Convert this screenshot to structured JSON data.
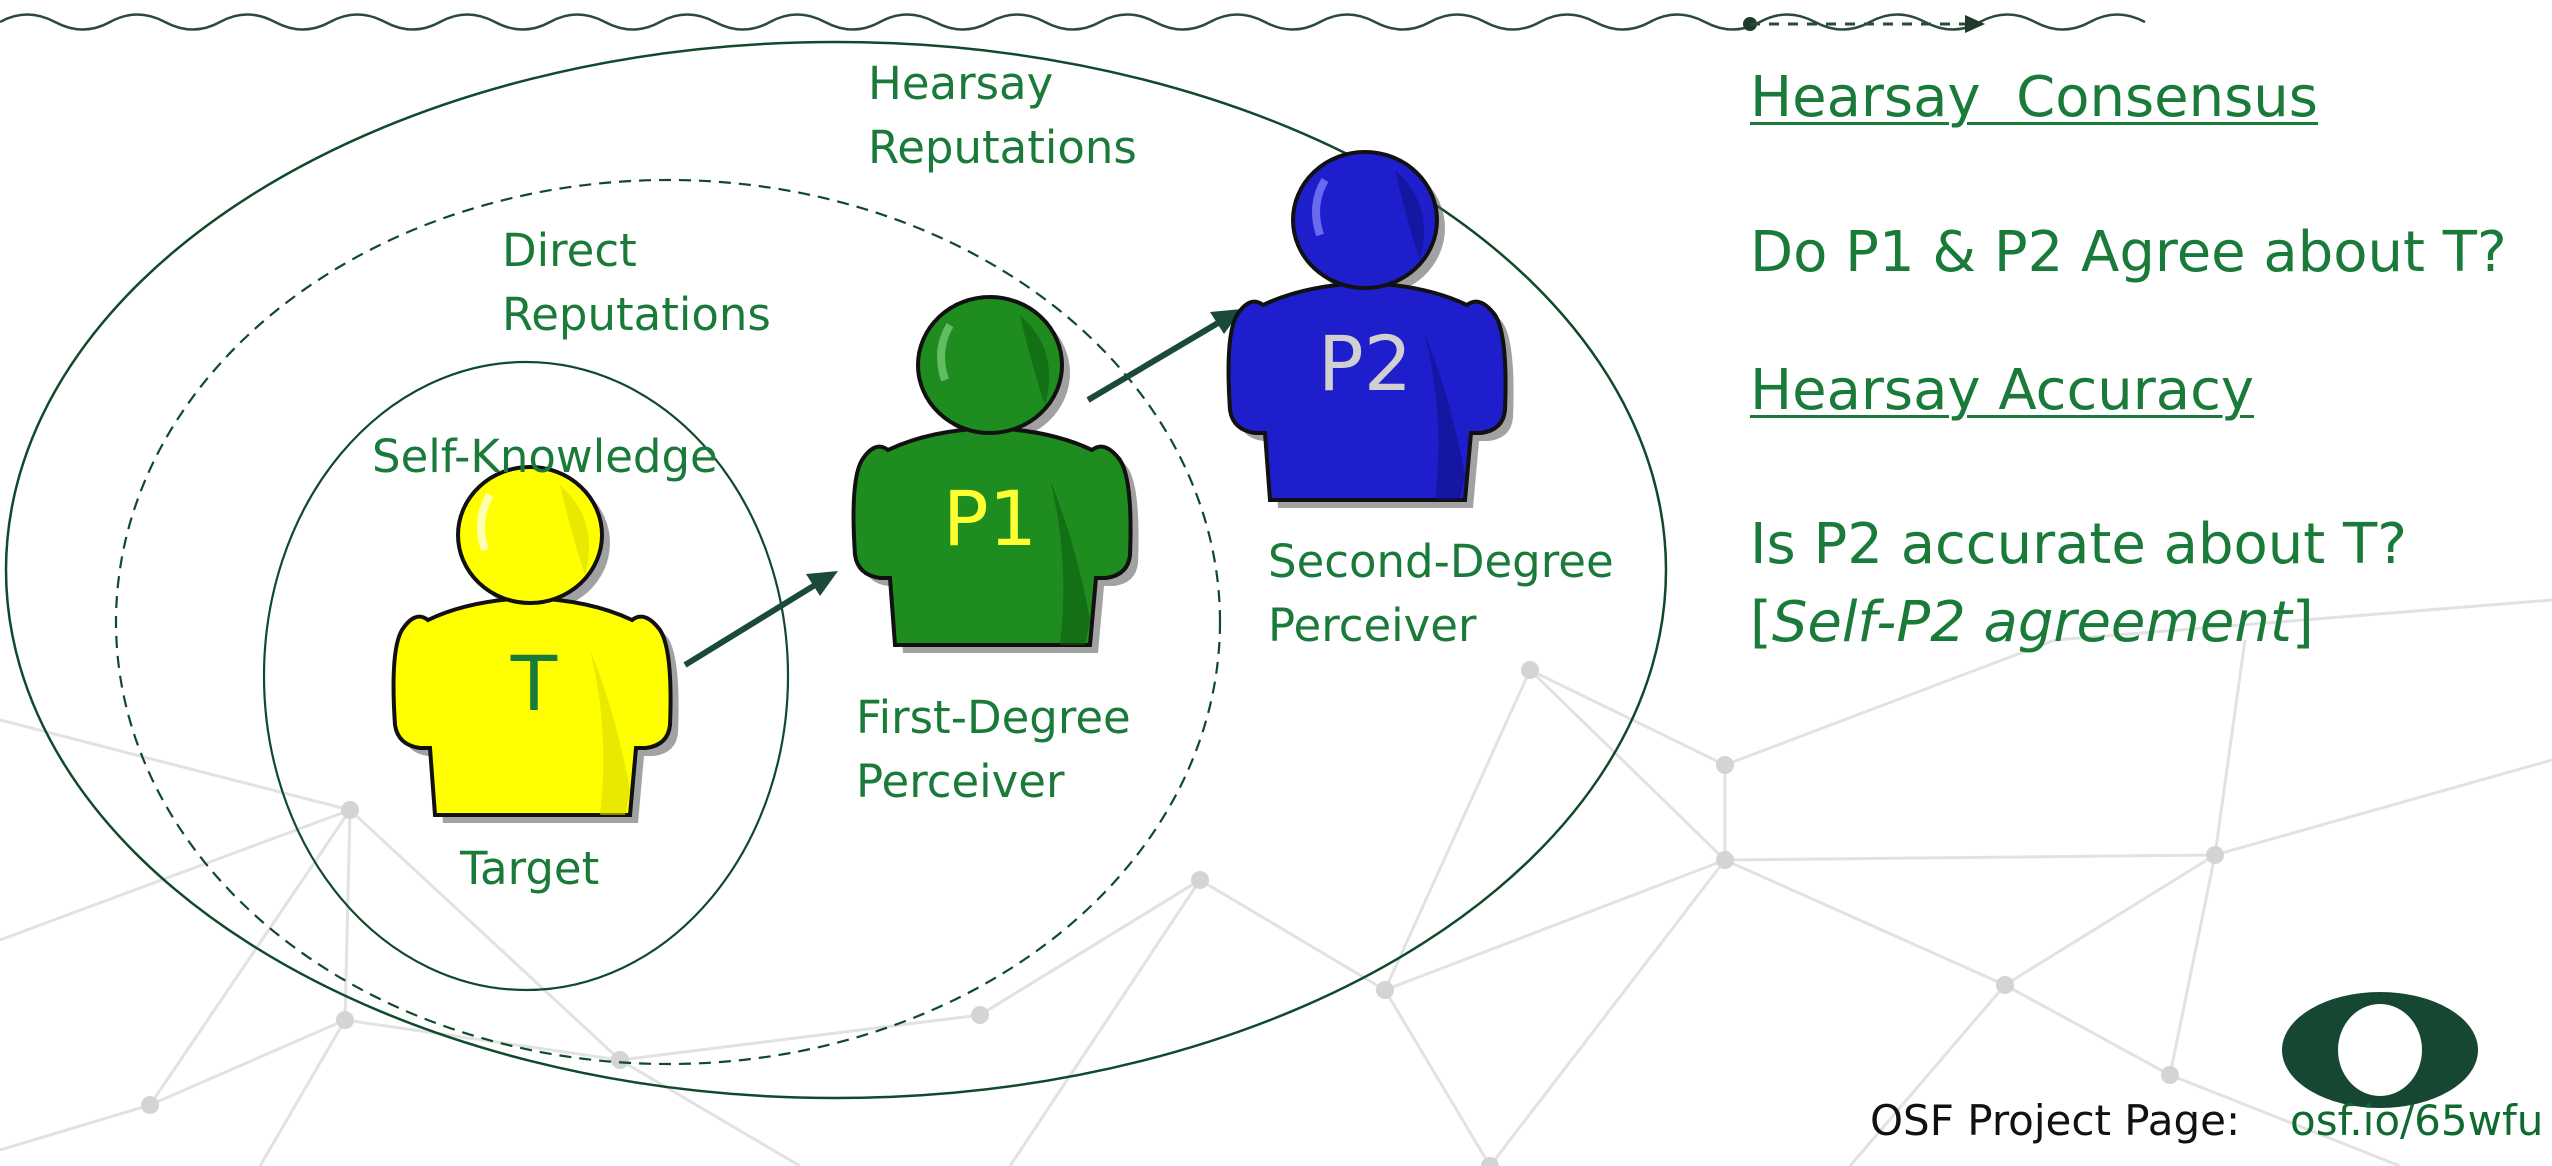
{
  "labels": {
    "hearsay_reputations": [
      "Hearsay",
      "Reputations"
    ],
    "direct_reputations": [
      "Direct",
      "Reputations"
    ],
    "self_knowledge": "Self-Knowledge",
    "target": "Target",
    "first_degree": [
      "First-Degree",
      "Perceiver"
    ],
    "second_degree": [
      "Second-Degree",
      "Perceiver"
    ]
  },
  "figures": {
    "target": {
      "letter": "T",
      "body_color": "#ffff00",
      "letter_color": "#1a7a3a"
    },
    "p1": {
      "letter": "P1",
      "body_color": "#1e8c1e",
      "letter_color": "#ffff33"
    },
    "p2": {
      "letter": "P2",
      "body_color": "#1e1ecc",
      "letter_color": "#d0d0d0"
    }
  },
  "right_panel": {
    "consensus_heading": "Hearsay  Consensus",
    "consensus_question": "Do P1 & P2 Agree about T?",
    "accuracy_heading": "Hearsay Accuracy",
    "accuracy_question": "Is P2 accurate about T?",
    "accuracy_note_open": "[",
    "accuracy_note_italic": "Self-P2 agreement",
    "accuracy_note_close": "]"
  },
  "footer": {
    "osf_label": "OSF Project Page:",
    "osf_link": "osf.io/65wfu"
  },
  "colors": {
    "text_green": "#1a7a3a",
    "ellipse_stroke": "#0f4a2a",
    "logo_green": "#154733",
    "network_gray": "#d6d6d6"
  }
}
